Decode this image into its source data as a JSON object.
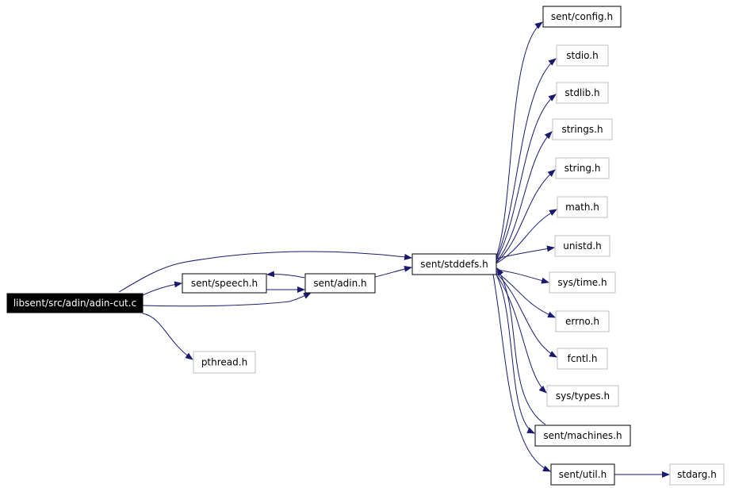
{
  "graph": {
    "root": {
      "id": "root",
      "label": "libsent/src/adin/adin-cut.c"
    },
    "nodes": [
      {
        "id": "root",
        "label": "libsent/src/adin/adin-cut.c",
        "style": "root"
      },
      {
        "id": "speech",
        "label": "sent/speech.h",
        "style": "documented"
      },
      {
        "id": "adin",
        "label": "sent/adin.h",
        "style": "documented"
      },
      {
        "id": "pthread",
        "label": "pthread.h",
        "style": "external"
      },
      {
        "id": "stddefs",
        "label": "sent/stddefs.h",
        "style": "documented"
      },
      {
        "id": "config",
        "label": "sent/config.h",
        "style": "documented"
      },
      {
        "id": "stdio",
        "label": "stdio.h",
        "style": "external"
      },
      {
        "id": "stdlib",
        "label": "stdlib.h",
        "style": "external"
      },
      {
        "id": "strings",
        "label": "strings.h",
        "style": "external"
      },
      {
        "id": "string",
        "label": "string.h",
        "style": "external"
      },
      {
        "id": "math",
        "label": "math.h",
        "style": "external"
      },
      {
        "id": "unistd",
        "label": "unistd.h",
        "style": "external"
      },
      {
        "id": "systime",
        "label": "sys/time.h",
        "style": "external"
      },
      {
        "id": "errno",
        "label": "errno.h",
        "style": "external"
      },
      {
        "id": "fcntl",
        "label": "fcntl.h",
        "style": "external"
      },
      {
        "id": "systypes",
        "label": "sys/types.h",
        "style": "external"
      },
      {
        "id": "machines",
        "label": "sent/machines.h",
        "style": "documented"
      },
      {
        "id": "util",
        "label": "sent/util.h",
        "style": "documented"
      },
      {
        "id": "stdarg",
        "label": "stdarg.h",
        "style": "external"
      }
    ],
    "edges": [
      {
        "from": "root",
        "to": "stddefs"
      },
      {
        "from": "root",
        "to": "speech"
      },
      {
        "from": "root",
        "to": "adin"
      },
      {
        "from": "root",
        "to": "pthread"
      },
      {
        "from": "speech",
        "to": "adin"
      },
      {
        "from": "adin",
        "to": "speech"
      },
      {
        "from": "adin",
        "to": "stddefs"
      },
      {
        "from": "stddefs",
        "to": "config"
      },
      {
        "from": "stddefs",
        "to": "stdio"
      },
      {
        "from": "stddefs",
        "to": "stdlib"
      },
      {
        "from": "stddefs",
        "to": "strings"
      },
      {
        "from": "stddefs",
        "to": "string"
      },
      {
        "from": "stddefs",
        "to": "math"
      },
      {
        "from": "stddefs",
        "to": "unistd"
      },
      {
        "from": "stddefs",
        "to": "systime"
      },
      {
        "from": "stddefs",
        "to": "errno"
      },
      {
        "from": "stddefs",
        "to": "fcntl"
      },
      {
        "from": "stddefs",
        "to": "systypes"
      },
      {
        "from": "stddefs",
        "to": "machines"
      },
      {
        "from": "stddefs",
        "to": "util"
      },
      {
        "from": "machines",
        "to": "stddefs"
      },
      {
        "from": "util",
        "to": "stdarg"
      }
    ],
    "colors": {
      "edge": "#191970",
      "root_fill": "#000000",
      "root_text": "#ffffff",
      "documented_border": "#000000",
      "external_border": "#bfbfbf",
      "node_fill": "#ffffff",
      "text": "#000000"
    }
  }
}
